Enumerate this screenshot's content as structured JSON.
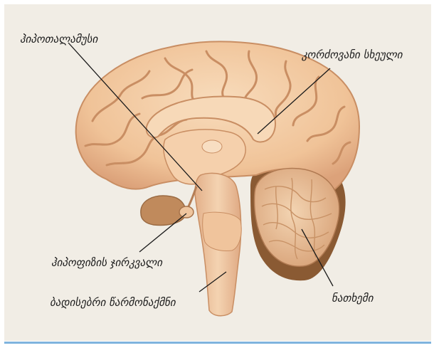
{
  "labels": {
    "hypothalamus": "ჰიპოთალამუსი",
    "corpus_callosum": "კორძოვანი სხეული",
    "pituitary": "ჰიპოფიზის ჯირკვალი",
    "brainstem": "ბადისებრი წარმონაქმნი",
    "cerebellum": "ნათხემი"
  },
  "colors": {
    "panel_background": "#f1ede5",
    "cortex": "#f2c8a0",
    "sulci": "#c98e63",
    "cerebellum": "#e6b98e",
    "cerebellum_shadow": "#8a5a33",
    "accent_rule": "#7fb4de"
  }
}
